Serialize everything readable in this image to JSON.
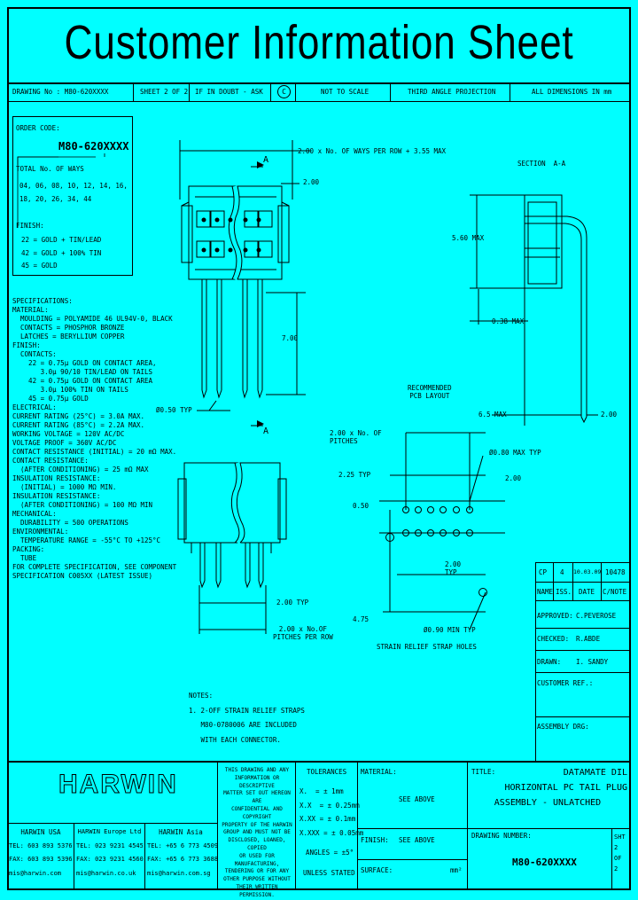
{
  "title": "Customer Information Sheet",
  "header": {
    "drawing_no": "DRAWING No : M80-620XXXX",
    "sheet": "SHEET 2 OF 2",
    "if_in_doubt": "IF IN DOUBT - ASK",
    "copyright": "C",
    "scale": "NOT TO SCALE",
    "projection": "THIRD ANGLE PROJECTION",
    "dimensions": "ALL DIMENSIONS IN mm"
  },
  "order": {
    "label": "ORDER CODE:",
    "code": "M80-620XXXX",
    "ways_label": "TOTAL No. OF WAYS",
    "ways_values": [
      "04, 06, 08, 10, 12, 14, 16,",
      "18, 20, 26, 34, 44"
    ],
    "finish_label": "FINISH:",
    "finish_values": [
      "22 = GOLD + TIN/LEAD",
      "42 = GOLD + 100% TIN",
      "45 = GOLD"
    ]
  },
  "specs": [
    "SPECIFICATIONS:",
    "MATERIAL:",
    "  MOULDING = POLYAMIDE 46 UL94V-0, BLACK",
    "  CONTACTS = PHOSPHOR BRONZE",
    "  LATCHES = BERYLLIUM COPPER",
    "FINISH:",
    "  CONTACTS:",
    "    22 = 0.75μ GOLD ON CONTACT AREA,",
    "       3.0μ 90/10 TIN/LEAD ON TAILS",
    "    42 = 0.75μ GOLD ON CONTACT AREA",
    "       3.0μ 100% TIN ON TAILS",
    "    45 = 0.75μ GOLD",
    "ELECTRICAL:",
    "CURRENT RATING (25°C) = 3.0A MAX.",
    "CURRENT RATING (85°C) = 2.2A MAX.",
    "WORKING VOLTAGE = 120V AC/DC",
    "VOLTAGE PROOF = 360V AC/DC",
    "CONTACT RESISTANCE (INITIAL) = 20 mΩ MAX.",
    "CONTACT RESISTANCE:",
    "  (AFTER CONDITIONING) = 25 mΩ MAX",
    "INSULATION RESISTANCE:",
    "  (INITIAL) = 1000 MΩ MIN.",
    "INSULATION RESISTANCE:",
    "  (AFTER CONDITIONING) = 100 MΩ MIN",
    "MECHANICAL:",
    "  DURABILITY = 500 OPERATIONS",
    "ENVIRONMENTAL:",
    "  TEMPERATURE RANGE = -55°C TO +125°C",
    "PACKING:",
    "  TUBE",
    "FOR COMPLETE SPECIFICATION, SEE COMPONENT",
    "SPECIFICATION C005XX (LATEST ISSUE)"
  ],
  "dims": {
    "top_width": "2.00 x No. OF WAYS PER ROW + 3.55 MAX",
    "pitch_top": "2.00",
    "section_label": "SECTION  A-A",
    "section_a_top": "A",
    "section_a_bottom": "A",
    "height_560": "5.60 MAX",
    "dim_038": "0.38 MAX",
    "tail_len": "7.00",
    "pin_dia": "Ø0.50 TYP",
    "dim_65": "6.5 MAX",
    "dim_200_right": "2.00",
    "rec_pcb": "RECOMMENDED\nPCB LAYOUT",
    "pcb_pitch": "2.00 x No. OF\nPITCHES",
    "hole_dia": "Ø0.80 MAX TYP",
    "dim_225": "2.25 TYP",
    "dim_200_pcb": "2.00",
    "dim_050": "0.50",
    "dim_200_typ": "2.00\nTYP",
    "dim_475": "4.75",
    "strap_dia": "Ø0.90 MIN TYP",
    "strap_label": "STRAIN RELIEF STRAP HOLES",
    "bottom_typ": "2.00 TYP",
    "bottom_pitch": "2.00 x No.OF\nPITCHES PER ROW"
  },
  "notes": {
    "label": "NOTES:",
    "lines": [
      "1. 2-OFF STRAIN RELIEF STRAPS",
      "   M80-0780006 ARE INCLUDED",
      "   WITH EACH CONNECTOR."
    ]
  },
  "revision": {
    "cells": [
      "CP",
      "4",
      "10.03.09",
      "10478"
    ],
    "headers": [
      "NAME",
      "ISS.",
      "DATE",
      "C/NOTE"
    ]
  },
  "approvals": {
    "approved_label": "APPROVED:",
    "approved_value": "C.PEVEROSE",
    "checked_label": "CHECKED:",
    "checked_value": "R.ABDE",
    "drawn_label": "DRAWN:",
    "drawn_value": "I. SANDY",
    "customer_ref_label": "CUSTOMER REF.:",
    "assembly_label": "ASSEMBLY DRG:"
  },
  "footer": {
    "logo": "HARWIN",
    "confidential": "THIS DRAWING AND ANY\nINFORMATION OR DESCRIPTIVE\nMATTER SET OUT HEREON ARE\nCONFIDENTIAL AND COPYRIGHT\nPROPERTY OF THE HARWIN\nGROUP AND MUST NOT BE\nDISCLOSED, LOANED, COPIED\nOR USED FOR MANUFACTURING,\nTENDERING OR FOR ANY\nOTHER PURPOSE WITHOUT\nTHEIR WRITTEN PERMISSION.",
    "tolerances_label": "TOLERANCES",
    "tolerances": [
      "X.  = ± 1mm",
      "X.X  = ± 0.25mm",
      "X.XX = ± 0.1mm",
      "X.XXX = ± 0.05mm"
    ],
    "angles": "ANGLES = ±5°",
    "unless": "UNLESS STATED",
    "material_label": "MATERIAL:",
    "material_value": "SEE ABOVE",
    "finish_label": "FINISH:",
    "finish_value": "SEE ABOVE",
    "surface_label": "SURFACE:",
    "surface_unit": "mm²",
    "title_label": "TITLE:",
    "title_lines": [
      "DATAMATE DIL",
      "HORIZONTAL PC TAIL PLUG",
      "ASSEMBLY - UNLATCHED"
    ],
    "drawing_label": "DRAWING NUMBER:",
    "drawing_number": "M80-620XXXX",
    "sheet_short": "SHT\n2\nOF\n2",
    "usa": [
      "HARWIN USA",
      "TEL: 603 893 5376",
      "FAX: 603 893 5396",
      "mis@harwin.com"
    ],
    "europe": [
      "HARWIN Europe Ltd",
      "TEL: 023 9231 4545",
      "FAX: 023 9231 4560",
      "mis@harwin.co.uk"
    ],
    "asia": [
      "HARWIN Asia",
      "TEL: +65 6 773 4509",
      "FAX: +65 6 773 3688",
      "mis@harwin.com.sg"
    ]
  }
}
